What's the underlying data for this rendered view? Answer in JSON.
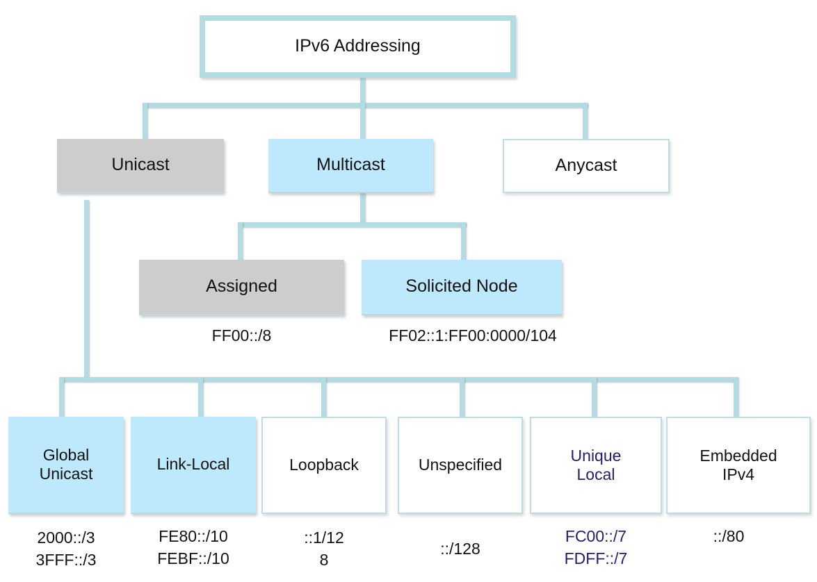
{
  "diagram": {
    "title": "IPv6 Addressing",
    "type": "hierarchy-tree",
    "colors": {
      "accent_line": "#b3dbe2",
      "fill_blue": "#bee8fb",
      "fill_grey": "#cdcdcd",
      "fill_white": "#ffffff",
      "outline_blue": "#bcdde4",
      "text_black": "#111111",
      "text_navy": "#1f1f6e"
    },
    "root": {
      "label": "IPv6 Addressing",
      "style": "white-thick-blue-border"
    },
    "level2": [
      {
        "label": "Unicast",
        "style": "grey"
      },
      {
        "label": "Multicast",
        "style": "blue"
      },
      {
        "label": "Anycast",
        "style": "white"
      }
    ],
    "multicast_children": [
      {
        "label": "Assigned",
        "style": "grey",
        "prefix": "FF00::/8"
      },
      {
        "label": "Solicited Node",
        "style": "blue",
        "prefix": "FF02::1:FF00:0000/104"
      }
    ],
    "unicast_children": [
      {
        "label": "Global\nUnicast",
        "line1": "Global",
        "line2": "Unicast",
        "style": "blue",
        "prefix": "2000::/3\n3FFF::/3",
        "prefix_line1": "2000::/3",
        "prefix_line2": "3FFF::/3",
        "text_color": "black"
      },
      {
        "label": "Link-Local",
        "line1": "Link-Local",
        "line2": "",
        "style": "blue",
        "prefix": "FE80::/10\nFEBF::/10",
        "prefix_line1": "FE80::/10",
        "prefix_line2": "FEBF::/10",
        "text_color": "black"
      },
      {
        "label": "Loopback",
        "line1": "Loopback",
        "line2": "",
        "style": "white",
        "prefix": "::1/12\n8",
        "prefix_line1": "::1/12",
        "prefix_line2": "8",
        "text_color": "black"
      },
      {
        "label": "Unspecified",
        "line1": "Unspecified",
        "line2": "",
        "style": "white",
        "prefix": "::/128",
        "prefix_line1": "::/128",
        "prefix_line2": "",
        "text_color": "black"
      },
      {
        "label": "Unique\nLocal",
        "line1": "Unique",
        "line2": "Local",
        "style": "white",
        "prefix": "FC00::/7\nFDFF::/7",
        "prefix_line1": "FC00::/7",
        "prefix_line2": "FDFF::/7",
        "text_color": "navy"
      },
      {
        "label": "Embedded\nIPv4",
        "line1": "Embedded",
        "line2": "IPv4",
        "style": "white",
        "prefix": "::/80",
        "prefix_line1": "::/80",
        "prefix_line2": "",
        "text_color": "black"
      }
    ]
  }
}
